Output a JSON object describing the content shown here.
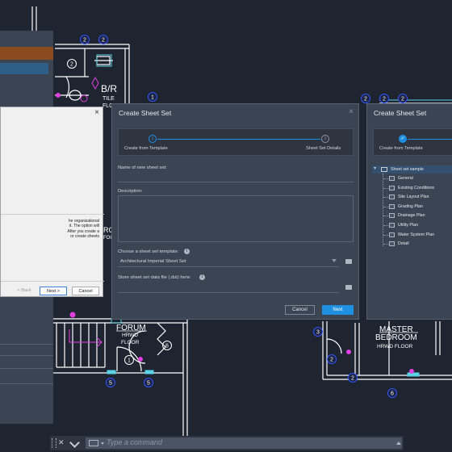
{
  "cad": {
    "labels": {
      "br": "B/R",
      "tile": "TILE",
      "flr_partial": "FLC",
      "rc_partial": "RC",
      "foc_partial": "FOC",
      "forum": "FORUM",
      "hrwd1": "HRWD",
      "floor1": "FLOOR",
      "master": "MASTER",
      "bedroom": "BEDROOM",
      "hrwd_floor2": "HRWD FLOOR"
    },
    "tags": [
      "2",
      "2",
      "2",
      "1",
      "2",
      "2",
      "2",
      "1",
      "5",
      "5",
      "6",
      "3",
      "2",
      "2",
      "6"
    ]
  },
  "legacy_dialog": {
    "close_glyph": "×",
    "body_lines": [
      "he organizational",
      "it. The option will",
      "After you create a",
      "or create sheets"
    ],
    "back_label": "< Back",
    "next_label": "Next >",
    "cancel_label": "Cancel"
  },
  "dialog_main": {
    "title": "Create Sheet Set",
    "close_glyph": "×",
    "step1_number": "1",
    "step1_label": "Create from Template",
    "step2_number": "2",
    "step2_label": "Sheet Set Details",
    "name_label": "Name of new sheet set:",
    "name_value": "",
    "description_label": "Description:",
    "description_value": "",
    "template_label": "Choose a sheet set template:",
    "template_value": "Architectural Imperial Sheet Set",
    "store_label": "Store sheet set data file (.dst) here:",
    "store_value": "",
    "info_glyph": "i",
    "cancel_label": "Cancel",
    "next_label": "Next"
  },
  "dialog_second": {
    "title": "Create Sheet Set",
    "step1_label": "Create from Template",
    "check_glyph": "✓",
    "tree_collapse_glyph": "▾",
    "tree_root": "Sheet set sample",
    "tree_items": [
      "General",
      "Existing Conditions",
      "Site Layout Plan",
      "Grading Plan",
      "Drainage Plan",
      "Utility Plan",
      "Water System Plan",
      "Detail"
    ]
  },
  "command_line": {
    "close_glyph": "✕",
    "placeholder": "Type a command"
  },
  "colors": {
    "background": "#1e2430",
    "lines": "#ffffff",
    "cyan": "#5ad3e6",
    "magenta": "#e040e0",
    "tag_blue": "#3355ff",
    "accent": "#1f8fe0"
  }
}
